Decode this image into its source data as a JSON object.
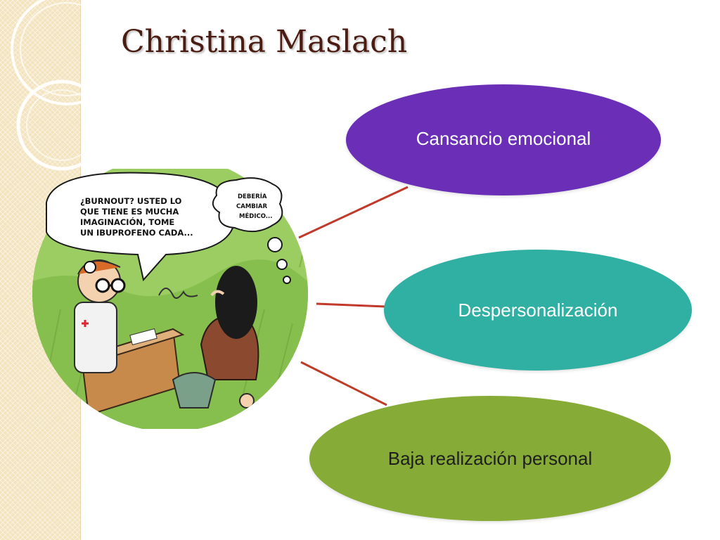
{
  "title": "Christina Maslach",
  "dimensions": [
    {
      "label": "Cansancio emocional",
      "color": "#6a2fb6"
    },
    {
      "label": "Despersonalización",
      "color": "#2fb0a2"
    },
    {
      "label": "Baja realización personal",
      "color": "#86ab36"
    }
  ],
  "cartoon": {
    "doctor_speech": [
      "¿BURNOUT? USTED LO",
      "QUE TIENE ES MUCHA",
      "IMAGINACIÓN, TOME",
      "UN IBUPROFENO CADA..."
    ],
    "patient_thought": [
      "DEBERÍA",
      "CAMBIAR",
      "MÉDICO..."
    ]
  },
  "colors": {
    "title": "#4b1c12",
    "connector": "#c0392b",
    "strip": "#f3e4bf"
  }
}
